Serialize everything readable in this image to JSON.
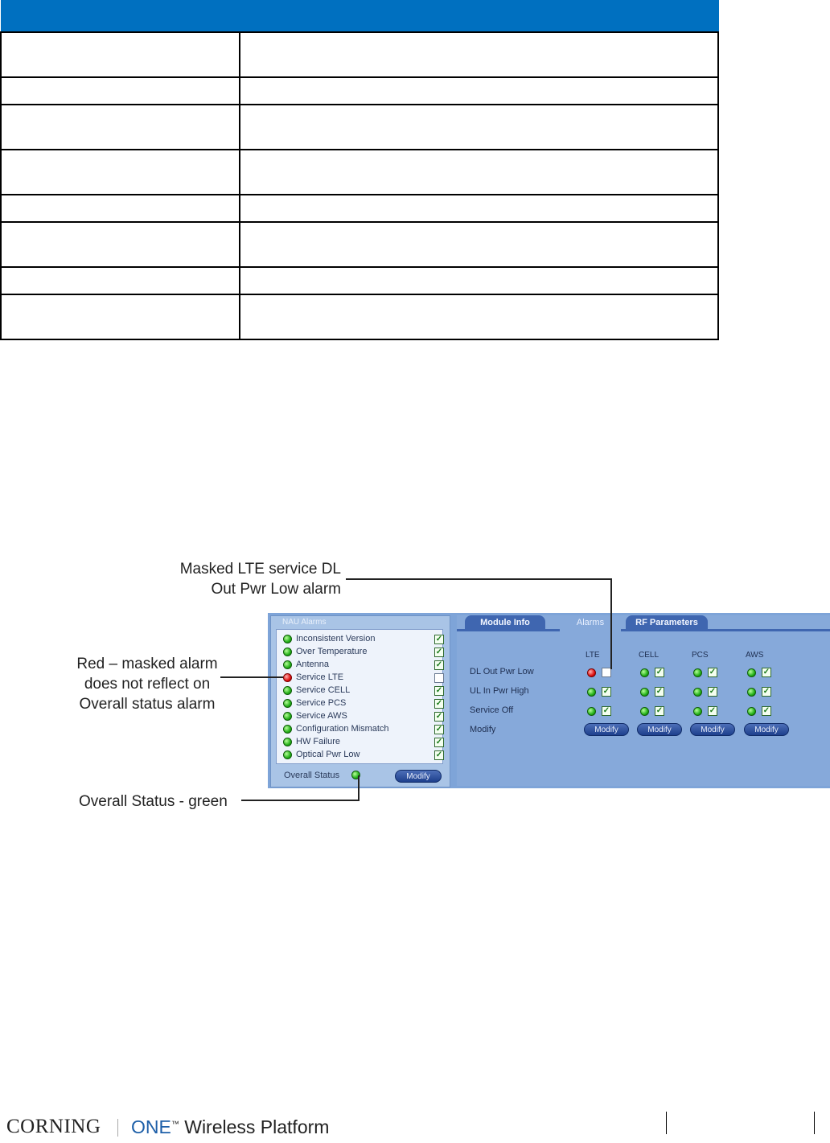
{
  "table": {
    "header": [
      "",
      ""
    ],
    "rows": [
      {
        "size": "tall",
        "cells": [
          "",
          ""
        ]
      },
      {
        "size": "short",
        "cells": [
          "",
          ""
        ]
      },
      {
        "size": "tall",
        "cells": [
          "",
          ""
        ]
      },
      {
        "size": "tall",
        "cells": [
          "",
          ""
        ]
      },
      {
        "size": "short",
        "cells": [
          "",
          ""
        ]
      },
      {
        "size": "tall",
        "cells": [
          "",
          ""
        ]
      },
      {
        "size": "short",
        "cells": [
          "",
          ""
        ]
      },
      {
        "size": "tall",
        "cells": [
          "",
          ""
        ]
      }
    ]
  },
  "callouts": {
    "masked_line1": "Masked LTE service DL",
    "masked_line2": "Out Pwr Low alarm",
    "red_line1": "Red – masked alarm",
    "red_line2": "does not reflect on",
    "red_line3": "Overall status alarm",
    "overall": "Overall Status - green"
  },
  "nau_panel": {
    "title": "NAU Alarms",
    "alarms": [
      {
        "label": "Inconsistent Version",
        "status": "green",
        "checked": true
      },
      {
        "label": "Over Temperature",
        "status": "green",
        "checked": true
      },
      {
        "label": "Antenna",
        "status": "green",
        "checked": true
      },
      {
        "label": "Service LTE",
        "status": "red",
        "checked": false
      },
      {
        "label": "Service CELL",
        "status": "green",
        "checked": true
      },
      {
        "label": "Service PCS",
        "status": "green",
        "checked": true
      },
      {
        "label": "Service AWS",
        "status": "green",
        "checked": true
      },
      {
        "label": "Configuration Mismatch",
        "status": "green",
        "checked": true
      },
      {
        "label": "HW Failure",
        "status": "green",
        "checked": true
      },
      {
        "label": "Optical Pwr Low",
        "status": "green",
        "checked": true
      }
    ],
    "overall_label": "Overall Status",
    "overall_status": "green",
    "modify_label": "Modify"
  },
  "right_panel": {
    "tabs": [
      "Module Info",
      "Alarms",
      "RF Parameters"
    ],
    "columns": [
      "LTE",
      "CELL",
      "PCS",
      "AWS"
    ],
    "row_labels": [
      "DL Out Pwr Low",
      "UL In Pwr High",
      "Service Off",
      "Modify"
    ],
    "grid": [
      [
        {
          "status": "red",
          "checked": false
        },
        {
          "status": "green",
          "checked": true
        },
        {
          "status": "green",
          "checked": true
        },
        {
          "status": "green",
          "checked": true
        }
      ],
      [
        {
          "status": "green",
          "checked": true
        },
        {
          "status": "green",
          "checked": true
        },
        {
          "status": "green",
          "checked": true
        },
        {
          "status": "green",
          "checked": true
        }
      ],
      [
        {
          "status": "green",
          "checked": true
        },
        {
          "status": "green",
          "checked": true
        },
        {
          "status": "green",
          "checked": true
        },
        {
          "status": "green",
          "checked": true
        }
      ]
    ],
    "modify_label": "Modify"
  },
  "footer": {
    "corning": "CORNING",
    "one": "ONE",
    "tm": "™",
    "platform": " Wireless Platform"
  }
}
